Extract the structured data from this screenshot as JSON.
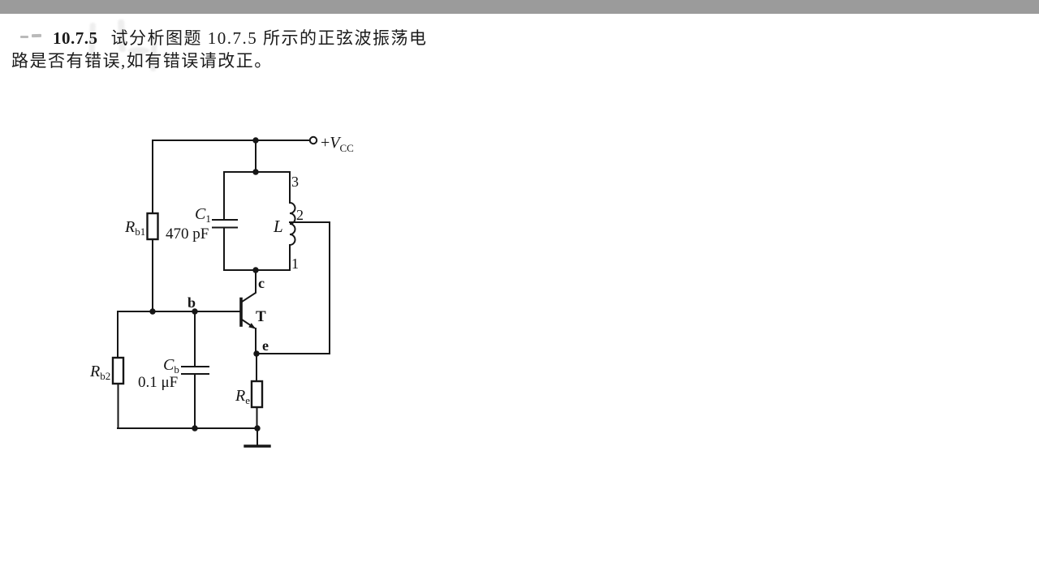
{
  "page": {
    "background": "#ffffff",
    "top_bar_color": "#9b9b9b",
    "ink_color": "#161616"
  },
  "problem": {
    "number": "10.7.5",
    "line1": "试分析图题 10.7.5 所示的正弦波振荡电",
    "line2": "路是否有错误,如有错误请改正。"
  },
  "circuit": {
    "power": {
      "plus": "+",
      "symbol": "V",
      "subscript": "CC"
    },
    "rb1": {
      "symbol": "R",
      "subscript": "b1"
    },
    "rb2": {
      "symbol": "R",
      "subscript": "b2"
    },
    "re": {
      "symbol": "R",
      "subscript": "e"
    },
    "c1": {
      "symbol": "C",
      "subscript": "1",
      "value": "470 pF"
    },
    "cb": {
      "symbol": "C",
      "subscript": "b",
      "value": "0.1 μF"
    },
    "inductor": {
      "symbol": "L",
      "tap_top": "3",
      "tap_middle": "2",
      "tap_bottom": "1"
    },
    "transistor": {
      "symbol": "T",
      "terminal_base": "b",
      "terminal_collector": "c",
      "terminal_emitter": "e"
    }
  }
}
